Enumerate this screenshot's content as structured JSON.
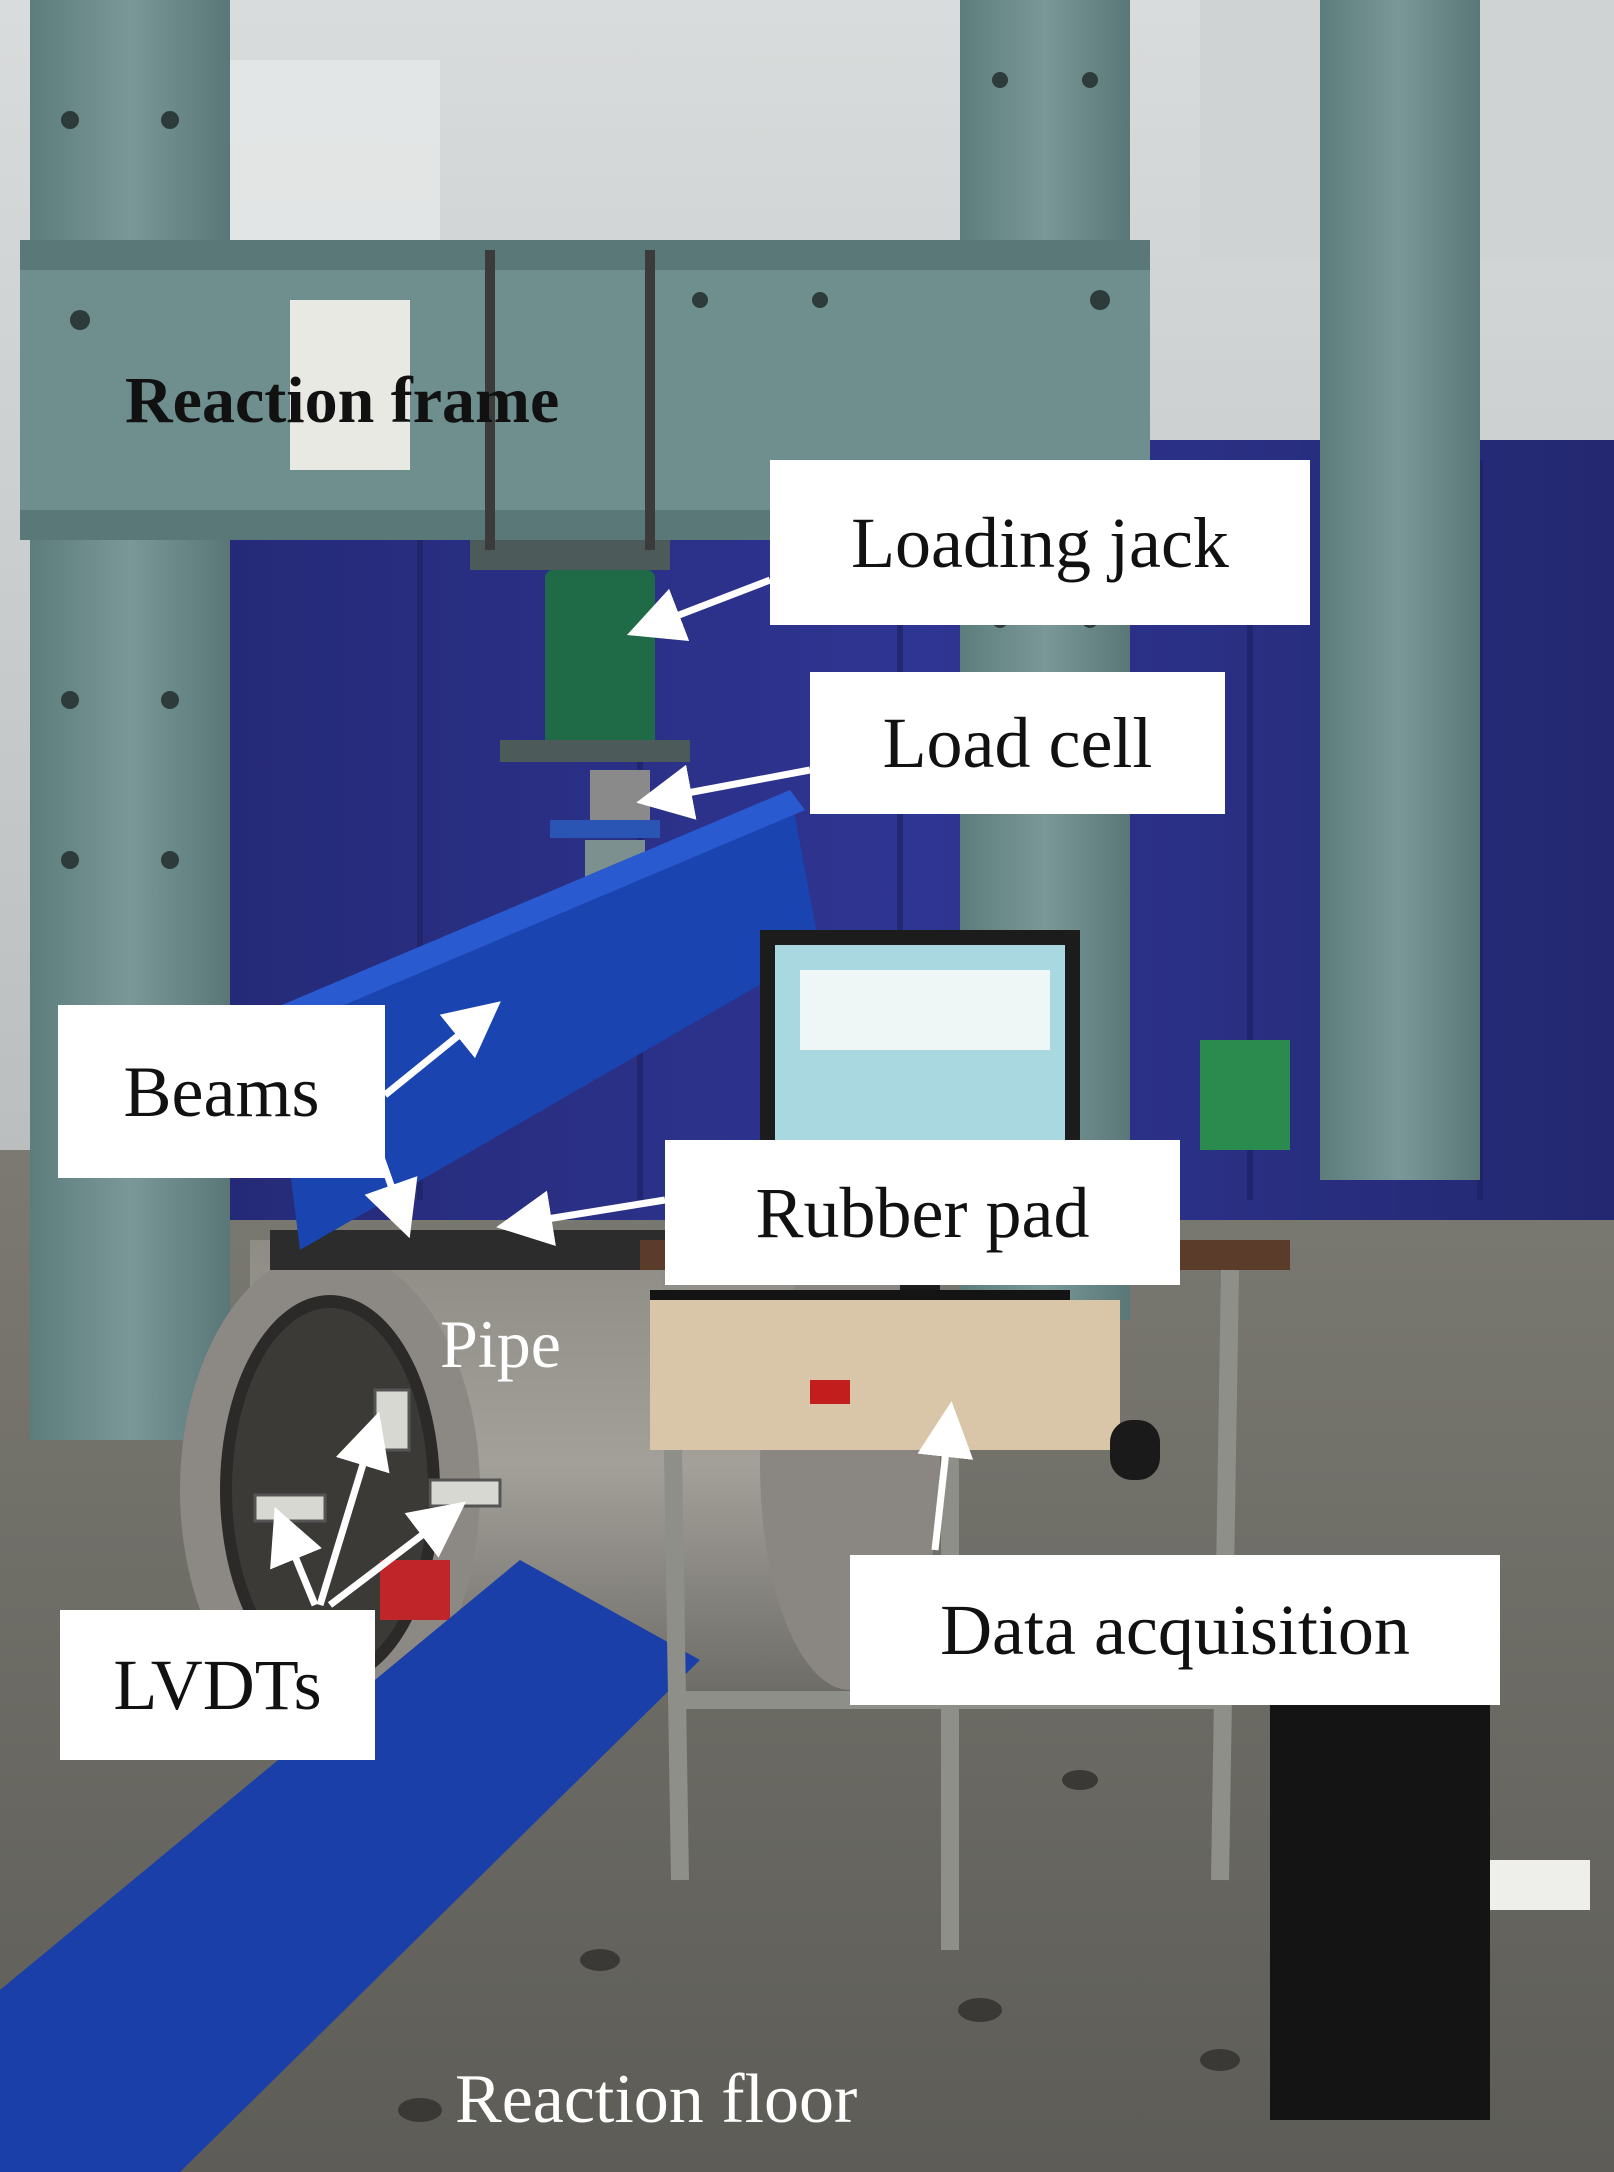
{
  "labels": {
    "reaction_frame": "Reaction frame",
    "loading_jack": "Loading jack",
    "load_cell": "Load cell",
    "beams": "Beams",
    "rubber_pad": "Rubber pad",
    "pipe": "Pipe",
    "lvdts": "LVDTs",
    "data_acquisition": "Data acquisition",
    "reaction_floor": "Reaction floor"
  },
  "colors": {
    "frame_steel": "#6f8f8f",
    "curtain_blue": "#2a2f8a",
    "beam_blue": "#1a44b0",
    "floor": "#6a6a64",
    "label_bg": "#ffffff",
    "arrow": "#ffffff"
  }
}
